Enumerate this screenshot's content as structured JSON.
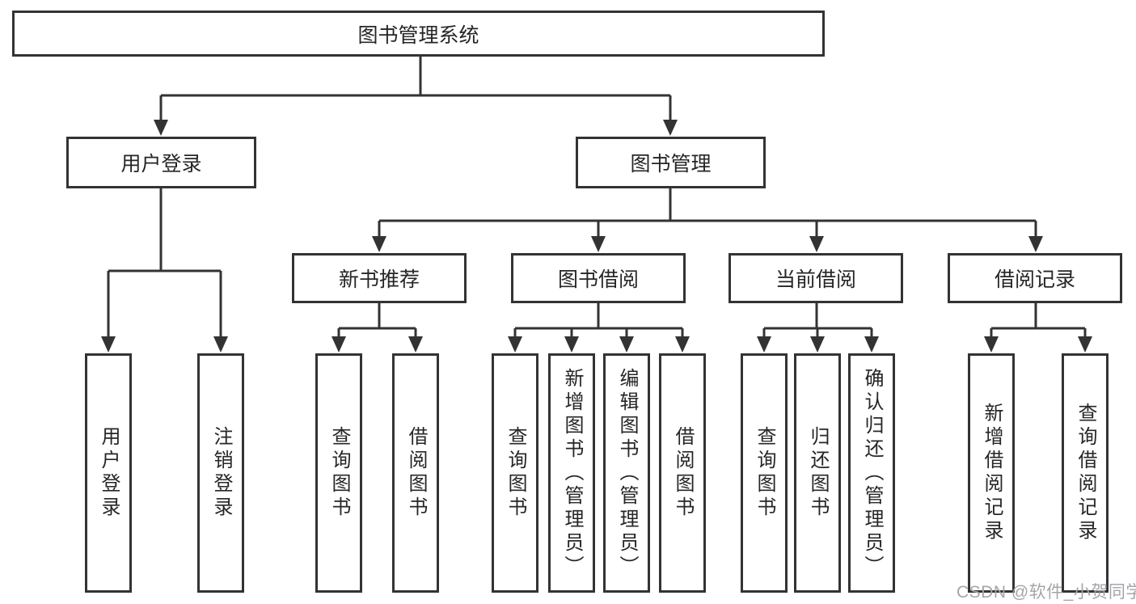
{
  "diagram": {
    "tree": {
      "label": "图书管理系统",
      "children": [
        {
          "label": "用户登录",
          "children": [
            {
              "label": "用户登录"
            },
            {
              "label": "注销登录"
            }
          ]
        },
        {
          "label": "图书管理",
          "children": [
            {
              "label": "新书推荐",
              "children": [
                {
                  "label": "查询图书"
                },
                {
                  "label": "借阅图书"
                }
              ]
            },
            {
              "label": "图书借阅",
              "children": [
                {
                  "label": "查询图书"
                },
                {
                  "label": "新增图书（管理员）"
                },
                {
                  "label": "编辑图书（管理员）"
                },
                {
                  "label": "借阅图书"
                }
              ]
            },
            {
              "label": "当前借阅",
              "children": [
                {
                  "label": "查询图书"
                },
                {
                  "label": "归还图书"
                },
                {
                  "label": "确认归还（管理员）"
                }
              ]
            },
            {
              "label": "借阅记录",
              "children": [
                {
                  "label": "新增借阅记录"
                },
                {
                  "label": "查询借阅记录"
                }
              ]
            }
          ]
        }
      ]
    },
    "watermark": "CSDN @软件_小贺同学",
    "colors": {
      "line": "#333333",
      "text": "#262626",
      "background": "#ffffff",
      "box_background": "#ffffff",
      "watermark": "#a3a5aa"
    }
  }
}
